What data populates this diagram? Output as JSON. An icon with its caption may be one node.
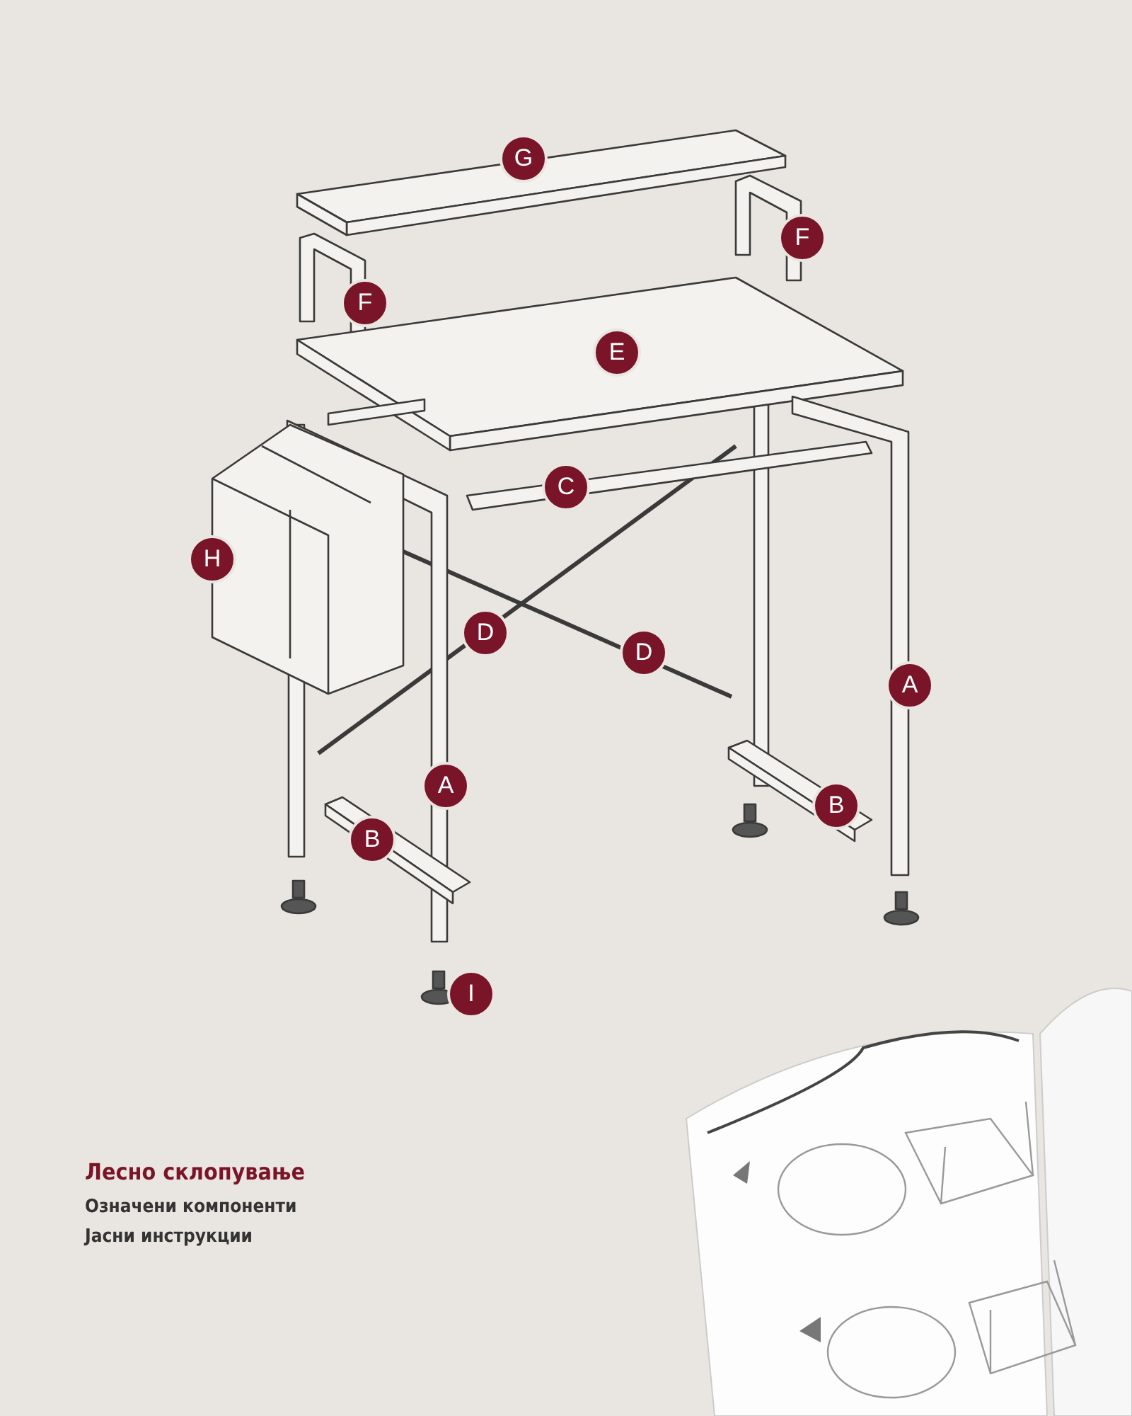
{
  "diagram": {
    "labels": [
      "G",
      "F",
      "F",
      "E",
      "C",
      "H",
      "D",
      "D",
      "A",
      "A",
      "B",
      "B",
      "I",
      "Лесно склопување",
      "Означени компоненти",
      "Јасни инструкции"
    ]
  }
}
